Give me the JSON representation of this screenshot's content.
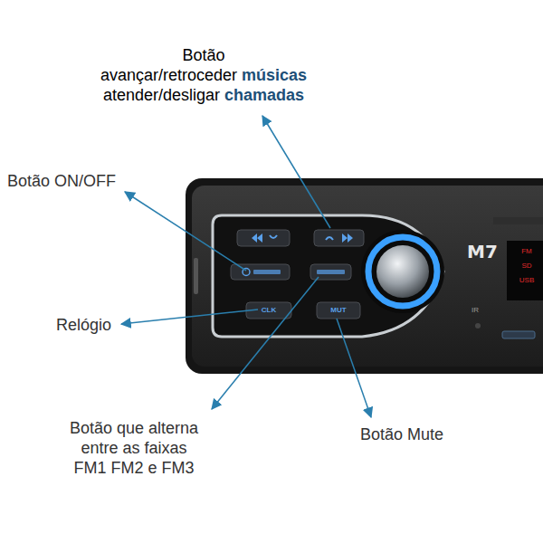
{
  "diagram": {
    "labels": [
      "Botão",
      "avançar/retroceder",
      "músicas",
      "atender/desligar",
      "chamadas",
      "Botão ON/OFF",
      "Relógio",
      "Botão que alterna entre as faixas FM1 FM2 e FM3",
      "Botão Mute",
      "CLK",
      "MUT",
      "FM",
      "SD",
      "USB",
      "IR",
      "M7"
    ]
  }
}
